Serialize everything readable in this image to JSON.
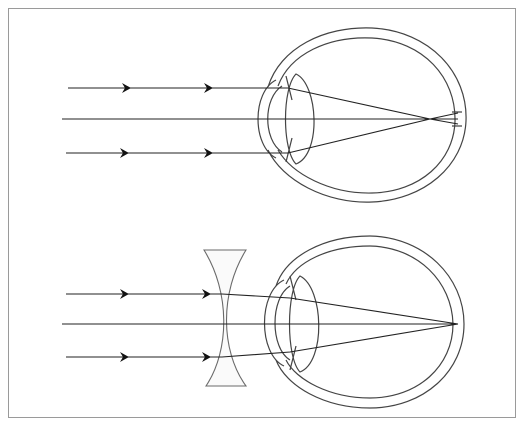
{
  "diagram": {
    "panels": [
      {
        "id": "top",
        "rays": 3,
        "arrows_per_ray": 2,
        "has_concave_lens": false,
        "focus": "in-front-of-retina"
      },
      {
        "id": "bottom",
        "rays": 3,
        "arrows_per_ray": 2,
        "has_concave_lens": true,
        "focus": "on-retina"
      }
    ],
    "colors": {
      "stroke": "#444444",
      "frame": "#9a9a9a",
      "background": "#ffffff"
    }
  }
}
